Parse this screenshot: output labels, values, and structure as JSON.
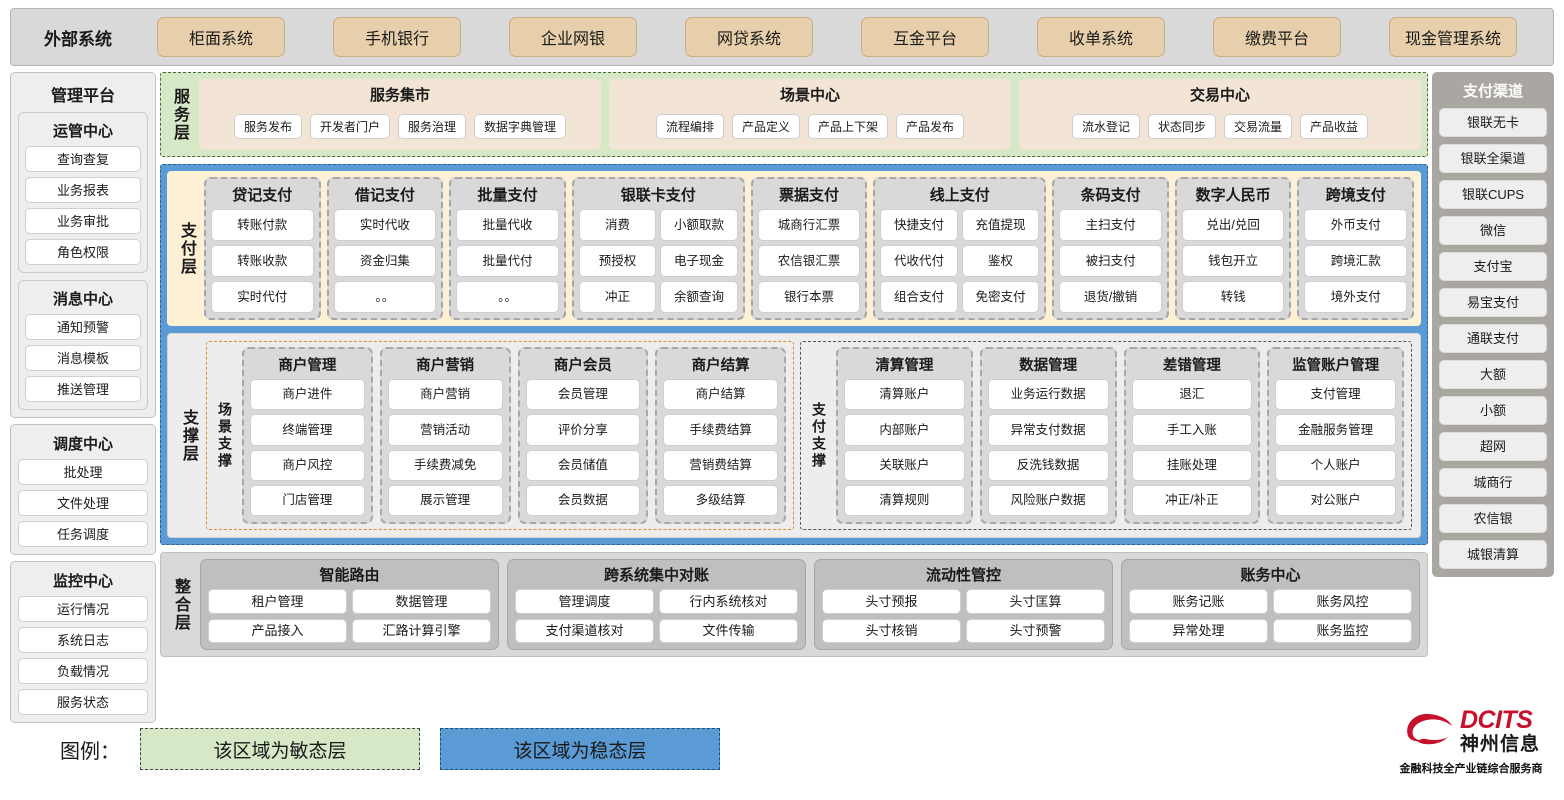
{
  "external_systems": {
    "label": "外部系统",
    "items": [
      "柜面系统",
      "手机银行",
      "企业网银",
      "网贷系统",
      "互金平台",
      "收单系统",
      "缴费平台",
      "现金管理系统"
    ]
  },
  "management_platform": {
    "title": "管理平台",
    "groups": [
      {
        "title": "运管中心",
        "items": [
          "查询查复",
          "业务报表",
          "业务审批",
          "角色权限"
        ]
      },
      {
        "title": "消息中心",
        "items": [
          "通知预警",
          "消息模板",
          "推送管理"
        ]
      }
    ],
    "standalone_groups": [
      {
        "title": "调度中心",
        "items": [
          "批处理",
          "文件处理",
          "任务调度"
        ]
      },
      {
        "title": "监控中心",
        "items": [
          "运行情况",
          "系统日志",
          "负载情况",
          "服务状态"
        ]
      }
    ]
  },
  "service_layer": {
    "label": "服务层",
    "cards": [
      {
        "title": "服务集市",
        "items": [
          "服务发布",
          "开发者门户",
          "服务治理",
          "数据字典管理"
        ]
      },
      {
        "title": "场景中心",
        "items": [
          "流程编排",
          "产品定义",
          "产品上下架",
          "产品发布"
        ]
      },
      {
        "title": "交易中心",
        "items": [
          "流水登记",
          "状态同步",
          "交易流量",
          "产品收益"
        ]
      }
    ]
  },
  "payment_layer": {
    "label": "支付层",
    "columns": [
      {
        "title": "贷记支付",
        "cols": 1,
        "items": [
          "转账付款",
          "转账收款",
          "实时代付"
        ]
      },
      {
        "title": "借记支付",
        "cols": 1,
        "items": [
          "实时代收",
          "资金归集",
          "。。"
        ]
      },
      {
        "title": "批量支付",
        "cols": 1,
        "items": [
          "批量代收",
          "批量代付",
          "。。"
        ]
      },
      {
        "title": "银联卡支付",
        "cols": 2,
        "items": [
          "消费",
          "小额取款",
          "预授权",
          "电子现金",
          "冲正",
          "余额查询"
        ]
      },
      {
        "title": "票据支付",
        "cols": 1,
        "items": [
          "城商行汇票",
          "农信银汇票",
          "银行本票"
        ]
      },
      {
        "title": "线上支付",
        "cols": 2,
        "items": [
          "快捷支付",
          "充值提现",
          "代收代付",
          "鉴权",
          "组合支付",
          "免密支付"
        ]
      },
      {
        "title": "条码支付",
        "cols": 1,
        "items": [
          "主扫支付",
          "被扫支付",
          "退货/撤销"
        ]
      },
      {
        "title": "数字人民币",
        "cols": 1,
        "items": [
          "兑出/兑回",
          "钱包开立",
          "转钱"
        ]
      },
      {
        "title": "跨境支付",
        "cols": 1,
        "items": [
          "外币支付",
          "跨境汇款",
          "境外支付"
        ]
      }
    ]
  },
  "support_layer": {
    "label": "支撑层",
    "scene": {
      "label": "场景支撑",
      "columns": [
        {
          "title": "商户管理",
          "items": [
            "商户进件",
            "终端管理",
            "商户风控",
            "门店管理"
          ]
        },
        {
          "title": "商户营销",
          "items": [
            "商户营销",
            "营销活动",
            "手续费减免",
            "展示管理"
          ]
        },
        {
          "title": "商户会员",
          "items": [
            "会员管理",
            "评价分享",
            "会员储值",
            "会员数据"
          ]
        },
        {
          "title": "商户结算",
          "items": [
            "商户结算",
            "手续费结算",
            "营销费结算",
            "多级结算"
          ]
        }
      ]
    },
    "pay_support": {
      "label": "支付支撑",
      "columns": [
        {
          "title": "清算管理",
          "items": [
            "清算账户",
            "内部账户",
            "关联账户",
            "清算规则"
          ]
        },
        {
          "title": "数据管理",
          "items": [
            "业务运行数据",
            "异常支付数据",
            "反洗钱数据",
            "风险账户数据"
          ]
        },
        {
          "title": "差错管理",
          "items": [
            "退汇",
            "手工入账",
            "挂账处理",
            "冲正/补正"
          ]
        },
        {
          "title": "监管账户管理",
          "items": [
            "支付管理",
            "金融服务管理",
            "个人账户",
            "对公账户"
          ]
        }
      ]
    }
  },
  "integration_layer": {
    "label": "整合层",
    "cards": [
      {
        "title": "智能路由",
        "items": [
          "租户管理",
          "数据管理",
          "产品接入",
          "汇路计算引擎"
        ]
      },
      {
        "title": "跨系统集中对账",
        "items": [
          "管理调度",
          "行内系统核对",
          "支付渠道核对",
          "文件传输"
        ]
      },
      {
        "title": "流动性管控",
        "items": [
          "头寸预报",
          "头寸匡算",
          "头寸核销",
          "头寸预警"
        ]
      },
      {
        "title": "账务中心",
        "items": [
          "账务记账",
          "账务风控",
          "异常处理",
          "账务监控"
        ]
      }
    ]
  },
  "payment_channels": {
    "title": "支付渠道",
    "items": [
      "银联无卡",
      "银联全渠道",
      "银联CUPS",
      "微信",
      "支付宝",
      "易宝支付",
      "通联支付",
      "大额",
      "小额",
      "超网",
      "城商行",
      "农信银",
      "城银清算"
    ]
  },
  "legend": {
    "label": "图例：",
    "agile": "该区域为敏态层",
    "stable": "该区域为稳态层",
    "agile_color": "#d7e8c7",
    "stable_color": "#5b9bd5"
  },
  "logo": {
    "brand_en": "DCITS",
    "brand_cn": "神州信息",
    "tagline": "金融科技全产业链综合服务商",
    "brand_color": "#c8102e"
  }
}
